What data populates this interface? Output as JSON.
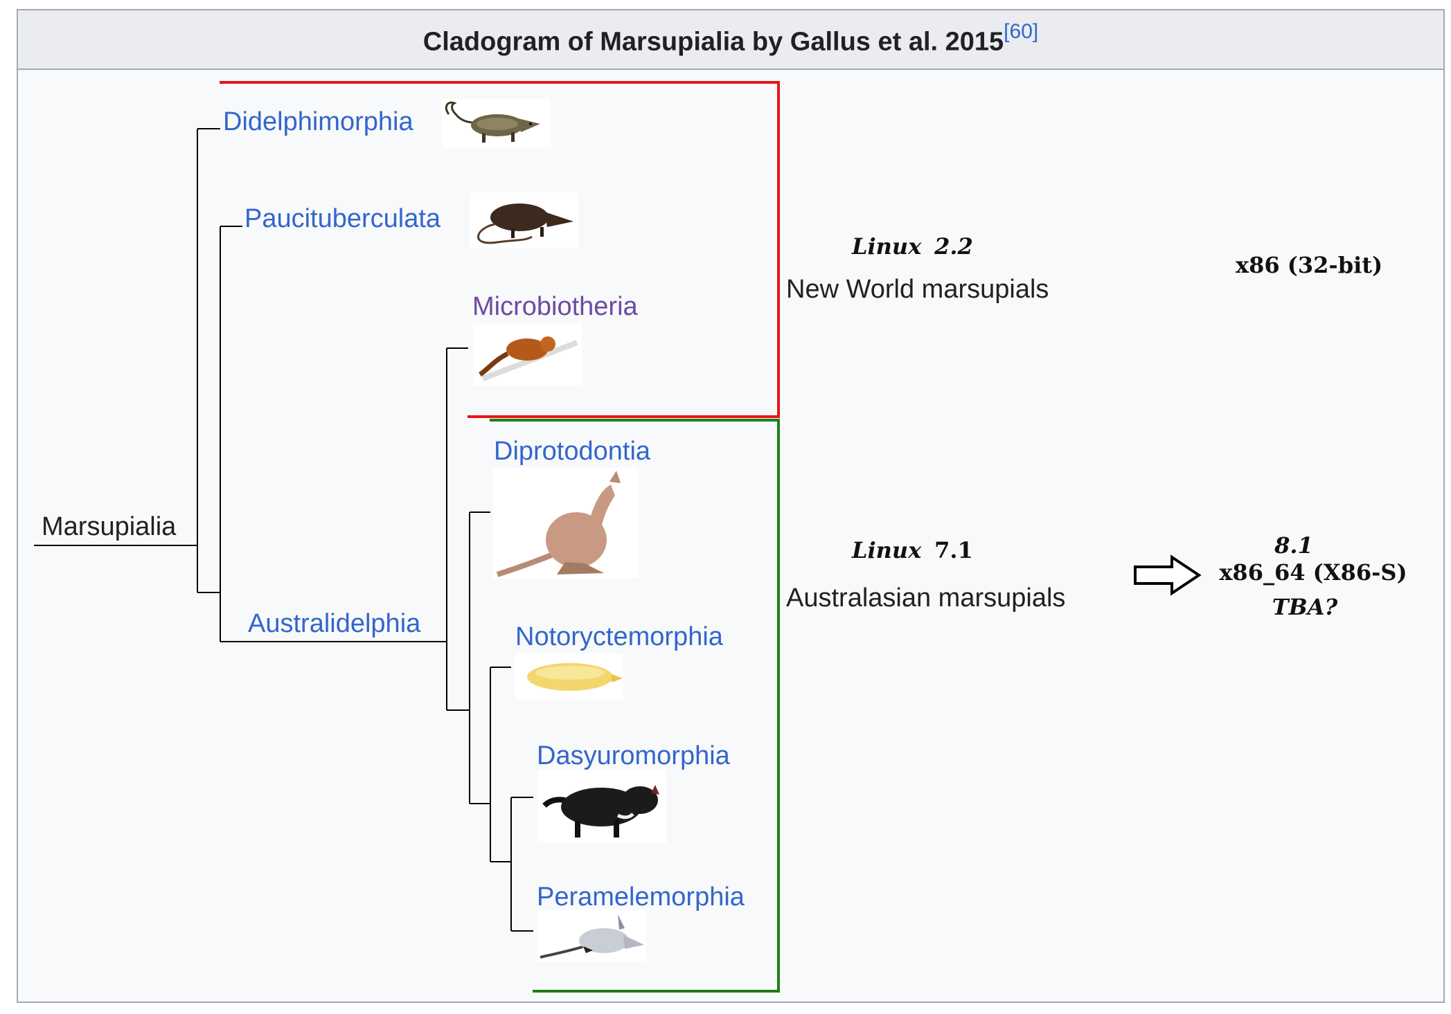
{
  "title": "Cladogram of Marsupialia by Gallus et al. 2015",
  "title_ref": "[60]",
  "root_label": "Marsupialia",
  "taxa": {
    "didelphimorphia": "Didelphimorphia",
    "paucituberculata": "Paucituberculata",
    "microbiotheria": "Microbiotheria",
    "australidelphia": "Australidelphia",
    "diprotodontia": "Diprotodontia",
    "notoryctemorphia": "Notoryctemorphia",
    "dasyuromorphia": "Dasyuromorphia",
    "peramelemorphia": "Peramelemorphia"
  },
  "groups": {
    "new_world": {
      "version_italic": "Linux",
      "version_number": "2.2",
      "label": "New World marsupials",
      "arch": "x86 (32-bit)",
      "box_color": "#e8141a"
    },
    "australasian": {
      "version_italic": "Linux",
      "version_number": "7.1",
      "label": "Australasian marsupials",
      "next_version": "8.1",
      "arch": "x86_64 (X86-S)",
      "tba": "TBA?",
      "box_color": "#1f7f14"
    }
  },
  "icons": {
    "arrow": "right-arrow-icon"
  }
}
